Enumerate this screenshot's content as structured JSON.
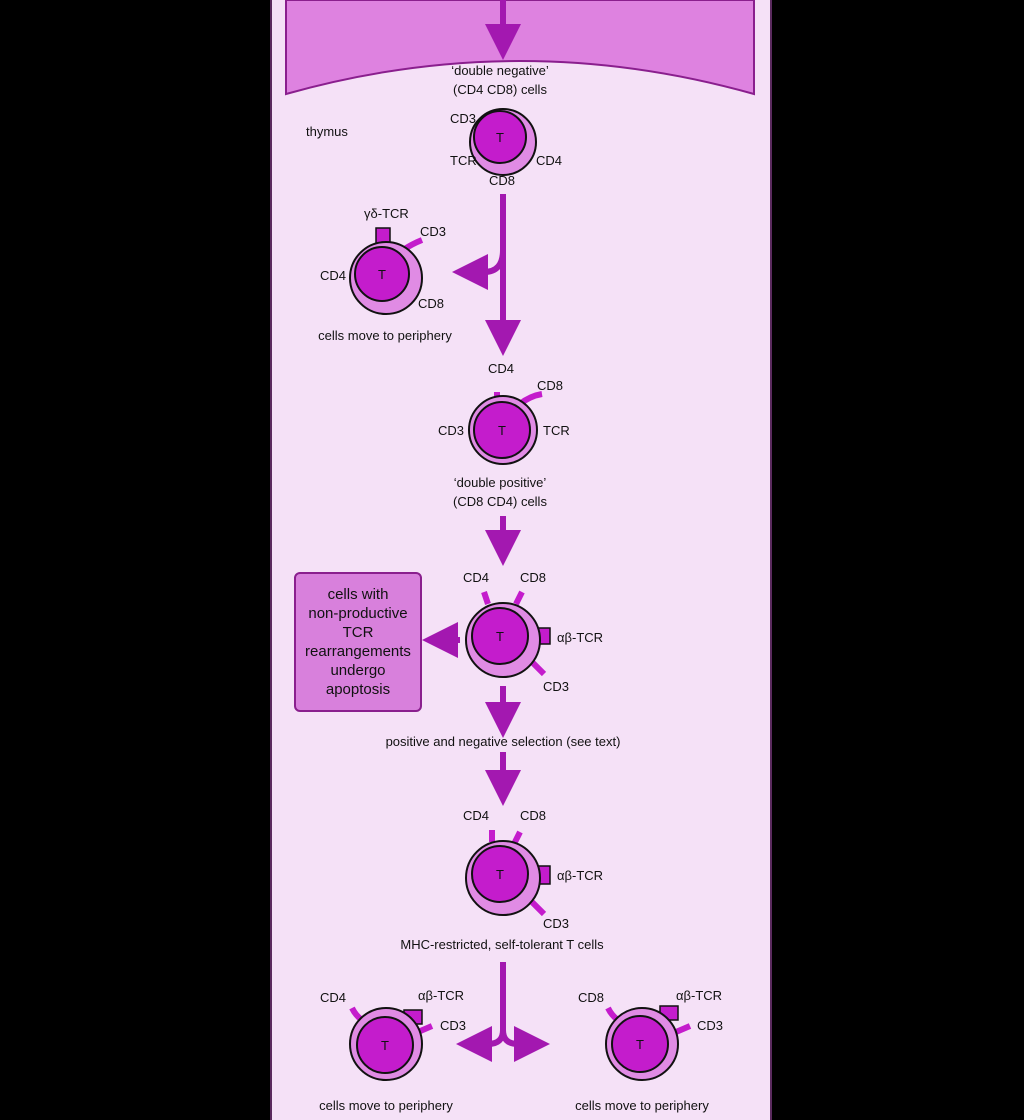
{
  "colors": {
    "panel_bg": "#f5e1f7",
    "bone_marrow": "#de82e0",
    "cell_inner": "#c41ccc",
    "cell_outer": "#e08be4",
    "arrow": "#a318b0"
  },
  "labels": {
    "double_negative": "‘double negative’",
    "double_negative_sub": "(CD4 CD8) cells",
    "thymus": "thymus",
    "double_positive": "‘double positive’",
    "double_positive_sub": "(CD8 CD4) cells",
    "apoptosis_box": "cells with\nnon-productive\nTCR\nrearrangements\nundergo\napoptosis",
    "selection": "positive and negative selection (see text)",
    "mhc_restricted": "MHC-restricted, self-tolerant T cells",
    "periphery_1": "cells move to periphery",
    "periphery_2": "cells move to periphery",
    "periphery_3": "cells move to periphery"
  },
  "cell_letter": "T",
  "markers": {
    "cd3": "CD3",
    "cd4": "CD4",
    "cd8": "CD8",
    "tcr": "TCR",
    "gd_tcr": "γδ-TCR",
    "ab_tcr": "αβ-TCR"
  }
}
